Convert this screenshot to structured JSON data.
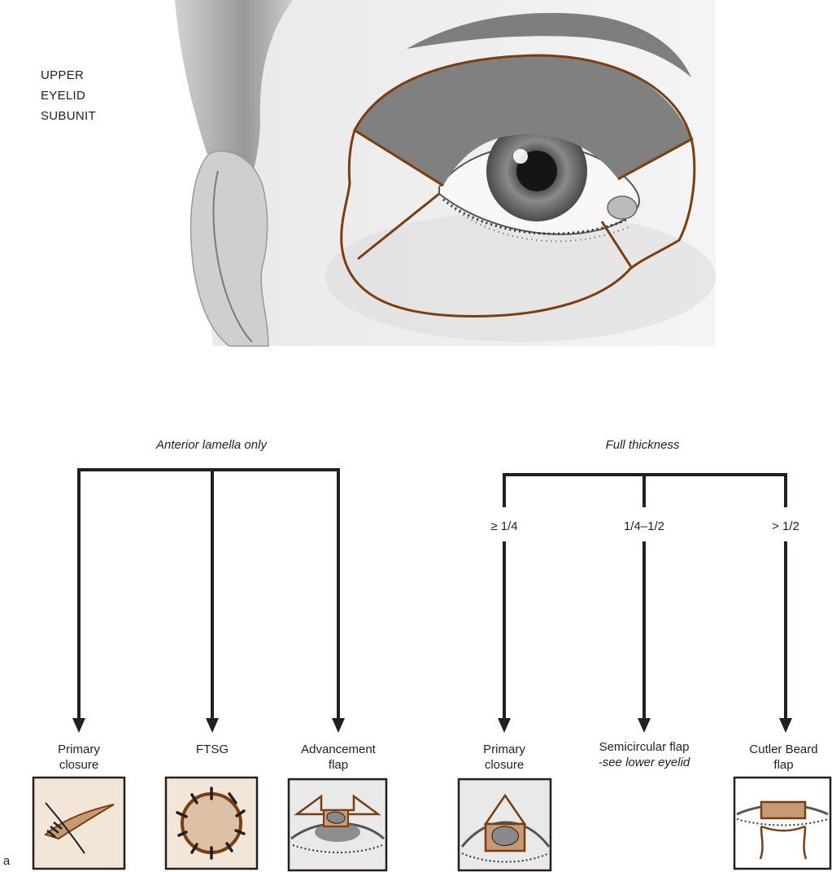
{
  "subunit_label": [
    "UPPER",
    "EYELID",
    "SUBUNIT"
  ],
  "branches": {
    "anterior": {
      "title": "Anterior lamella only",
      "options": [
        {
          "label_line1": "Primary",
          "label_line2": "closure"
        },
        {
          "label_line1": "FTSG",
          "label_line2": ""
        },
        {
          "label_line1": "Advancement",
          "label_line2": "flap"
        }
      ]
    },
    "full": {
      "title": "Full thickness",
      "criteria": [
        "≥ 1/4",
        "1/4–1/2",
        "> 1/2"
      ],
      "options": [
        {
          "label_line1": "Primary",
          "label_line2": "closure"
        },
        {
          "label_line1": "Semicircular flap",
          "label_line2": "-see lower eyelid"
        },
        {
          "label_line1": "Cutler Beard",
          "label_line2": "flap"
        }
      ]
    }
  },
  "panel_letter": "a",
  "colors": {
    "outline": "#7a3e10",
    "shaded": "#808080",
    "tan_fill": "#f1e6d8",
    "skin_fill": "#dcc1a6",
    "brown_fill": "#c69a74",
    "lesion": "#8a8a8a",
    "line": "#231f20"
  }
}
